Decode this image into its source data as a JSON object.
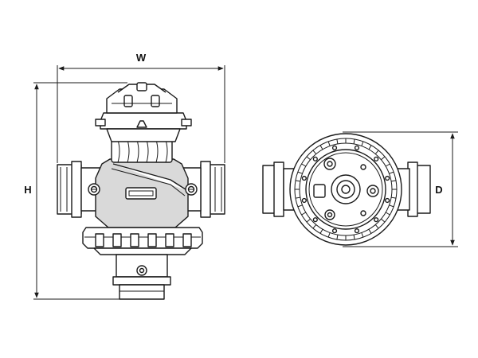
{
  "dimensions": {
    "width_label": "W",
    "height_label": "H",
    "depth_label": "D"
  },
  "views": {
    "front": "front-view",
    "top": "top-view"
  }
}
